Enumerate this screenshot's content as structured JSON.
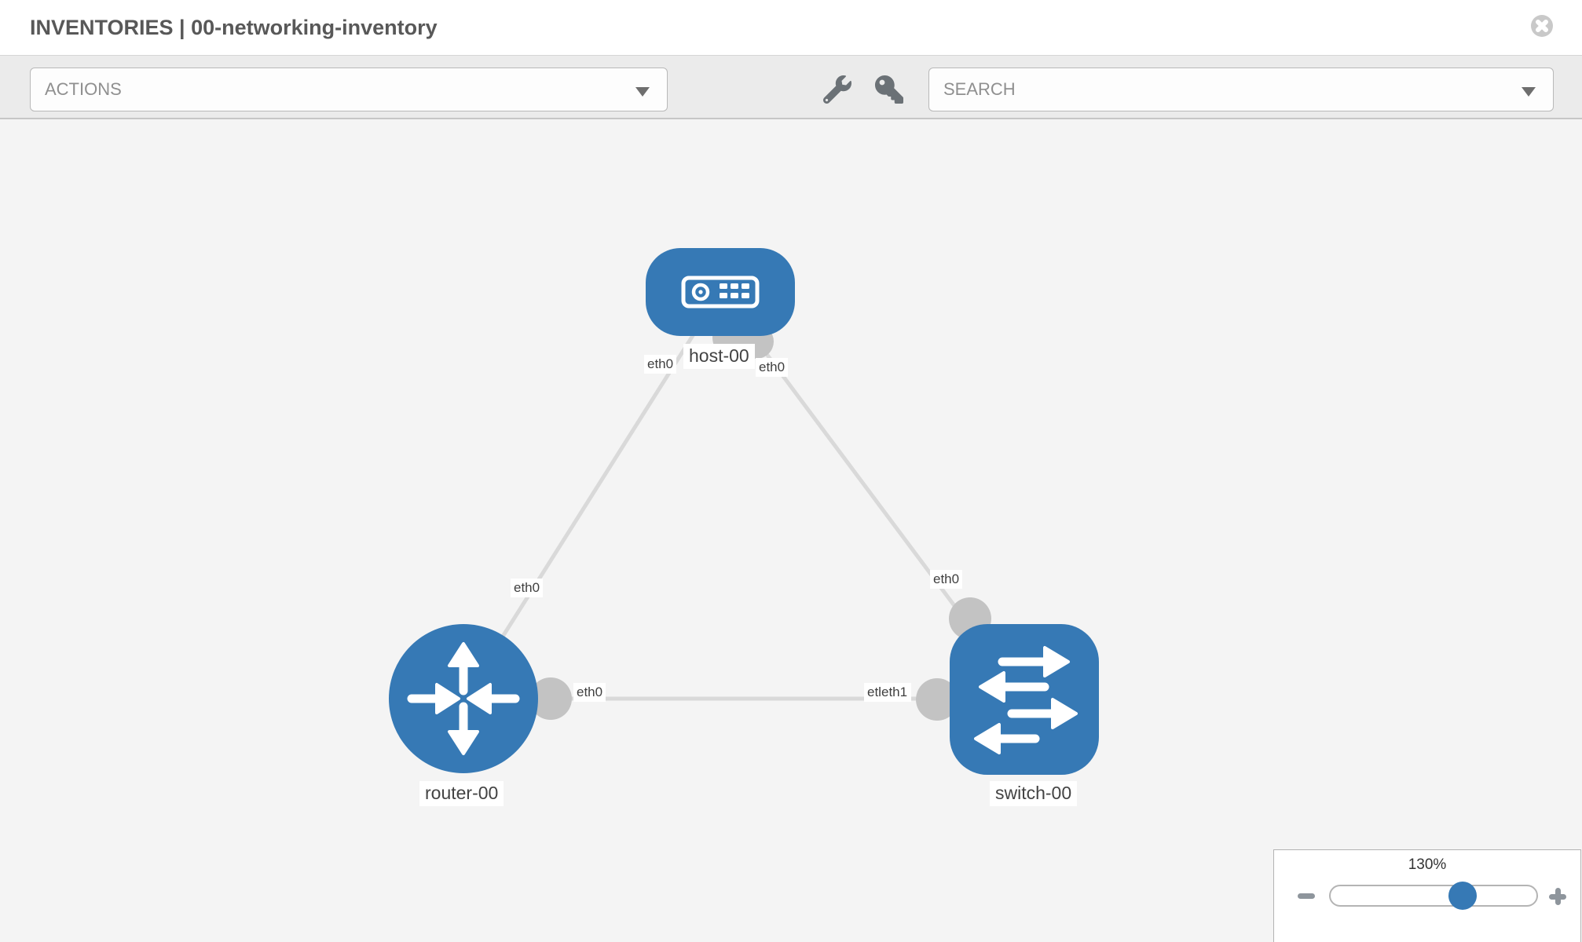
{
  "header": {
    "title": "INVENTORIES | 00-networking-inventory"
  },
  "toolbar": {
    "actions_label": "ACTIONS",
    "search_placeholder": "SEARCH"
  },
  "topology": {
    "nodes": [
      {
        "name": "host-00",
        "type": "host"
      },
      {
        "name": "router-00",
        "type": "router"
      },
      {
        "name": "switch-00",
        "type": "switch"
      }
    ],
    "links": [
      {
        "from": "host-00",
        "from_port": "eth0",
        "to": "router-00",
        "to_port": "eth0"
      },
      {
        "from": "host-00",
        "from_port": "eth0",
        "to": "switch-00",
        "to_port": "eth0"
      },
      {
        "from": "router-00",
        "from_port": "eth0",
        "to": "switch-00",
        "to_port": "eth1"
      }
    ],
    "port_labels": {
      "host_to_router": "eth0",
      "host_to_switch": "eth0",
      "router_to_host": "eth0",
      "switch_to_host": "eth0",
      "router_to_switch": "eth0",
      "switch_to_router": "eth1",
      "switch_to_router_overlapped": "eth0"
    }
  },
  "zoom_control": {
    "level": "130%"
  },
  "colors": {
    "node_blue": "#3679b5",
    "link_gray": "#d9d9d9",
    "connector_gray": "#c3c3c3",
    "icon_gray": "#6b7176"
  }
}
